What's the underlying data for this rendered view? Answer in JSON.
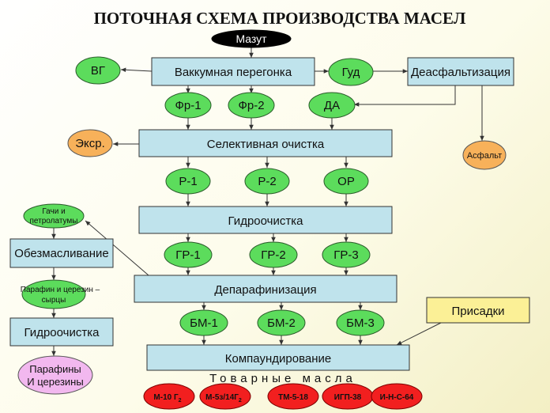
{
  "title": "ПОТОЧНАЯ СХЕМА ПРОИЗВОДСТВА МАСЕЛ",
  "nodes": {
    "mazut": "Мазут",
    "vacuum": "Ваккумная перегонка",
    "vg": "ВГ",
    "gud": "Гуд",
    "deasphalting": "Деасфальтизация",
    "asphalt": "Асфальт",
    "fr1": "Фр-1",
    "fr2": "Фр-2",
    "da": "ДА",
    "selective": "Селективная очистка",
    "extract": "Экср.",
    "r1": "Р-1",
    "r2": "Р-2",
    "or": "ОР",
    "hydro_main": "Гидроочистка",
    "gachi_line1": "Гачи и",
    "gachi_line2": "петролатумы",
    "deoiling": "Обезмасливание",
    "paraffin_raw_line1": "Парафин и церезин –",
    "paraffin_raw_line2": "сырцы",
    "hydro_side": "Гидроочистка",
    "paraffins_line1": "Парафины",
    "paraffins_line2": "И церезины",
    "gr1": "ГР-1",
    "gr2": "ГР-2",
    "gr3": "ГР-3",
    "dewaxing": "Депарафинизация",
    "additives": "Присадки",
    "bm1": "БМ-1",
    "bm2": "БМ-2",
    "bm3": "БМ-3",
    "compounding": "Компаундирование"
  },
  "commercial_oils_caption": "Товарные масла",
  "products": [
    {
      "main": "М-10 Г",
      "sub": "2"
    },
    {
      "main": "М-5з/14Г",
      "sub": "2"
    },
    {
      "main": "ТМ-5-18",
      "sub": ""
    },
    {
      "main": "ИГП-38",
      "sub": ""
    },
    {
      "main": "И-Н-С-64",
      "sub": ""
    }
  ],
  "colors": {
    "process_box": "#bfe3ec",
    "intermediate": "#5cdc5c",
    "byproduct": "#f7b15a",
    "final_wax": "#f2b8ef",
    "additives": "#fbf096",
    "product": "#f21f1f",
    "feed": "#000000"
  }
}
